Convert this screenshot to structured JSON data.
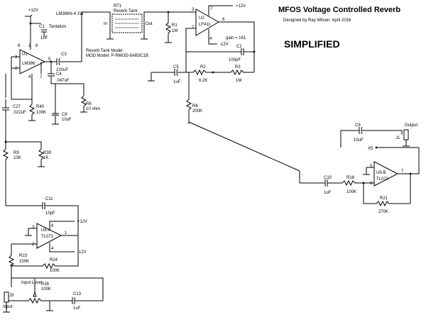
{
  "header": {
    "title": "MFOS Voltage Controlled Reverb",
    "credit": "Designed by Ray Wilson: April 2016",
    "simplified": "SIMPLIFIED"
  },
  "power": {
    "plus12": "+12V",
    "minus12": "-12V"
  },
  "power_amp": {
    "part": "LM386N-4 1W",
    "ref": "U1",
    "name": "LM386",
    "c1": "C1",
    "c1_type": "Tantalum",
    "c1_value": "1uF",
    "c3": "C3",
    "c3_value": "220uF",
    "c4": "C4",
    "c4_value": ".047uF",
    "r6": "R6",
    "r6_value": "10 ohm",
    "c8": "C8",
    "c8_value": "10uF",
    "r40": "R40",
    "r40_value": "100K",
    "c27": "C27",
    "c27_value": ".022uF",
    "r9": "R9",
    "r9_value": "10K",
    "r39": "R39",
    "r39_value": "1K",
    "pins": [
      "6",
      "3",
      "2",
      "4",
      "5",
      "1",
      "8",
      "7"
    ]
  },
  "reverb_tank": {
    "ref": "RT1",
    "label": "Reverb Tank",
    "in_label": "In",
    "out_label": "Out",
    "model_line1": "Reverb Tank Model",
    "model_line2": "MOD Model: P-RMOD-8AB3C1B"
  },
  "recovery_amp": {
    "ref": "U2",
    "name": "LF411",
    "gain": "gain = 161",
    "pins": [
      "7",
      "3",
      "2",
      "6",
      "4"
    ],
    "r1": "R1",
    "r1_value": "1M",
    "r2": "R2",
    "r2_value": "6.2K",
    "r3": "R3",
    "r3_value": "1M",
    "c5": "C5",
    "c5_value": "1uF",
    "c2": "C2",
    "c2_value": "100pF",
    "r8": "R8",
    "r8_value": "200K"
  },
  "input_stage": {
    "ref": "U5-A",
    "name": "TL072",
    "pins": [
      "8",
      "3",
      "2",
      "4",
      "1"
    ],
    "c11": "C11",
    "c11_value": "10pF",
    "r23": "R23",
    "r23_value": "100K",
    "r24": "R24",
    "r24_value": "100K",
    "r28": "R28",
    "r28_value": "100K",
    "input_level": "Input Level",
    "c13": "C13",
    "c13_value": "1uF",
    "jack": "J3",
    "jack_label": "Input"
  },
  "output_stage": {
    "ref": "U5-B",
    "name": "TL072",
    "pins": [
      "5",
      "6",
      "7"
    ],
    "c10": "C10",
    "c10_value": "1uF",
    "r18": "R18",
    "r18_value": "100K",
    "r21": "R21",
    "r21_value": "270K",
    "c9": "C9",
    "c9_value": "10uF",
    "x5": "X5",
    "jack": "J1",
    "jack_label": "Output"
  }
}
